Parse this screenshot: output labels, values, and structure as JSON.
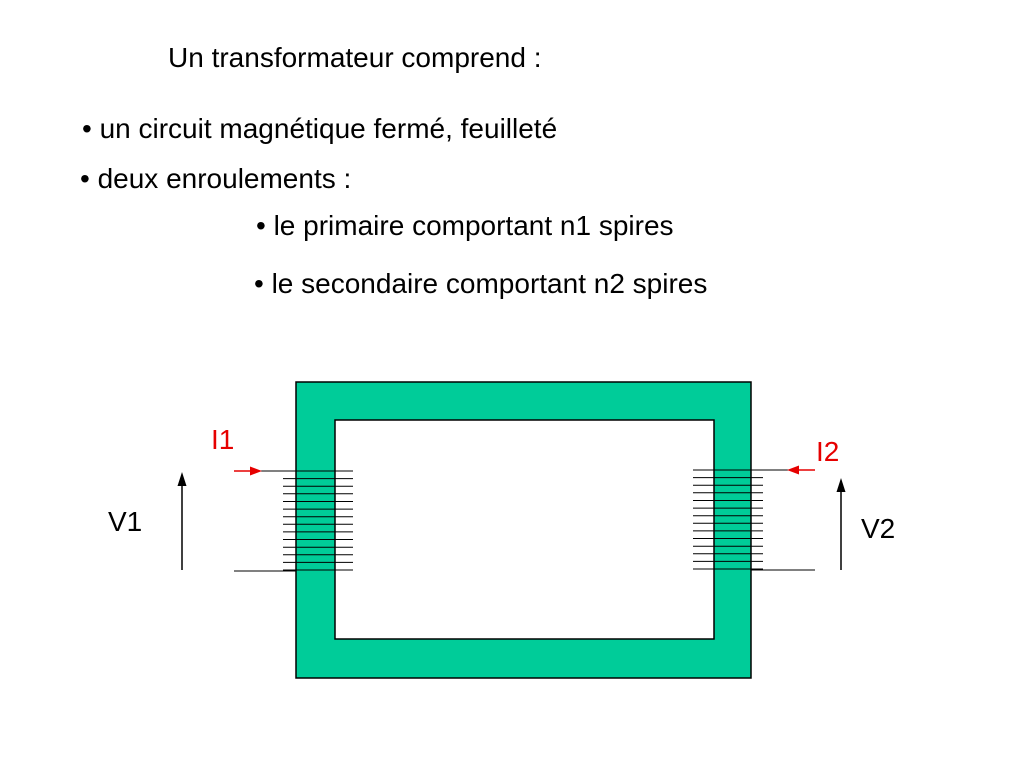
{
  "slide": {
    "title": "Un transformateur comprend :",
    "bullets": [
      "• un circuit magnétique fermé, feuilleté",
      "• deux enroulements :",
      "• le primaire comportant n1 spires",
      "• le secondaire comportant n2 spires"
    ]
  },
  "diagram": {
    "labels": {
      "i1": "I1",
      "i2": "I2",
      "v1": "V1",
      "v2": "V2"
    },
    "colors": {
      "core": "#00cc99",
      "current": "#e60000",
      "line": "#000000"
    }
  }
}
